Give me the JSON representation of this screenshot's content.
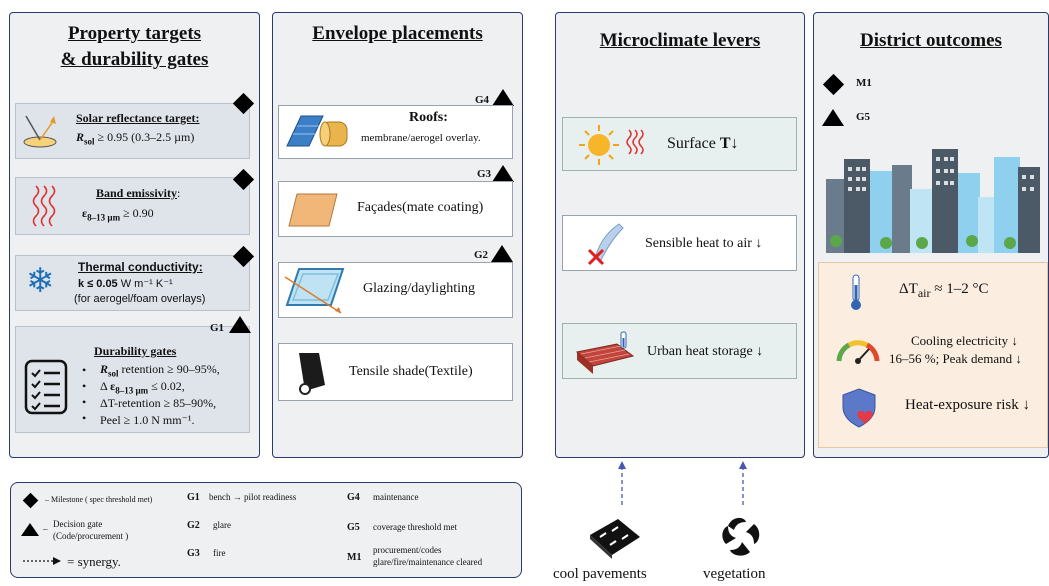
{
  "panels": {
    "property": {
      "title_line1": "Property targets",
      "title_line2": "& durability gates",
      "solar": {
        "title": "Solar reflectance target:",
        "sym": "R",
        "sub": "sol",
        "rest": " ≥ 0.95 (0.3–2.5 µm)"
      },
      "band": {
        "title": "Band emissivity",
        "title_suffix": ":",
        "sym": "ε",
        "sub": "8–13 µm",
        "rest": " ≥ 0.90"
      },
      "thermal": {
        "title": "Thermal conductivity:",
        "line2_bold": "k ≤ 0.05",
        "line2_rest": " W m⁻¹ K⁻¹",
        "line3": "(for aerogel/foam overlays)"
      },
      "durability": {
        "gate": "G1",
        "title": "Durability gates",
        "bullets": [
          {
            "sym": "R",
            "sub": "sol",
            "rest": " retention ≥ 90–95%,"
          },
          {
            "pre": "Δ ",
            "sym": "ε",
            "sub": "8–13 µm",
            "rest": " ≤ 0.02,"
          },
          {
            "text": "ΔT-retention ≥ 85–90%,"
          },
          {
            "text": "Peel ≥ 1.0 N mm⁻¹."
          }
        ]
      }
    },
    "envelope": {
      "title": "Envelope placements",
      "roofs": {
        "gate": "G4",
        "title": "Roofs:",
        "sub": "membrane/aerogel overlay."
      },
      "facades": {
        "gate": "G3",
        "label": "Façades(mate coating)"
      },
      "glazing": {
        "gate": "G2",
        "label": "Glazing/daylighting"
      },
      "tensile": {
        "label": "Tensile shade(Textile)"
      }
    },
    "micro": {
      "title": "Microclimate levers",
      "surface": {
        "label": "Surface ",
        "bold": "T↓"
      },
      "sensible": {
        "label": "Sensible heat to air ↓"
      },
      "storage": {
        "label": "Urban heat storage ↓"
      }
    },
    "district": {
      "title": "District outcomes",
      "m1": "M1",
      "g5": "G5",
      "air": {
        "pre": "ΔT",
        "sub": "air",
        "rest": " ≈ 1–2 °C"
      },
      "cooling": {
        "line1": "Cooling electricity ↓",
        "line2": "16–56 %; Peak demand ↓"
      },
      "heat": {
        "label": "Heat-exposure risk ↓"
      }
    }
  },
  "bottom": {
    "cool": "cool pavements",
    "veg": "vegetation"
  },
  "legend": {
    "milestone": "– Milestone ( spec threshold met)",
    "decision_1": "Decision gate",
    "decision_2": "(Code/procurement )",
    "synergy": "= synergy.",
    "items": [
      {
        "code": "G1",
        "text": "bench → pilot readiness"
      },
      {
        "code": "G2",
        "text": "glare"
      },
      {
        "code": "G3",
        "text": "fire"
      },
      {
        "code": "G4",
        "text": "maintenance"
      },
      {
        "code": "G5",
        "text": "coverage threshold met"
      },
      {
        "code": "M1",
        "text": "procurement/codes",
        "text2": "glare/fire/maintenance cleared"
      }
    ]
  },
  "colors": {
    "panel_border": "#2b3a6b",
    "panel_bg": "#eef0f2",
    "arrow": "#4a56b0"
  }
}
